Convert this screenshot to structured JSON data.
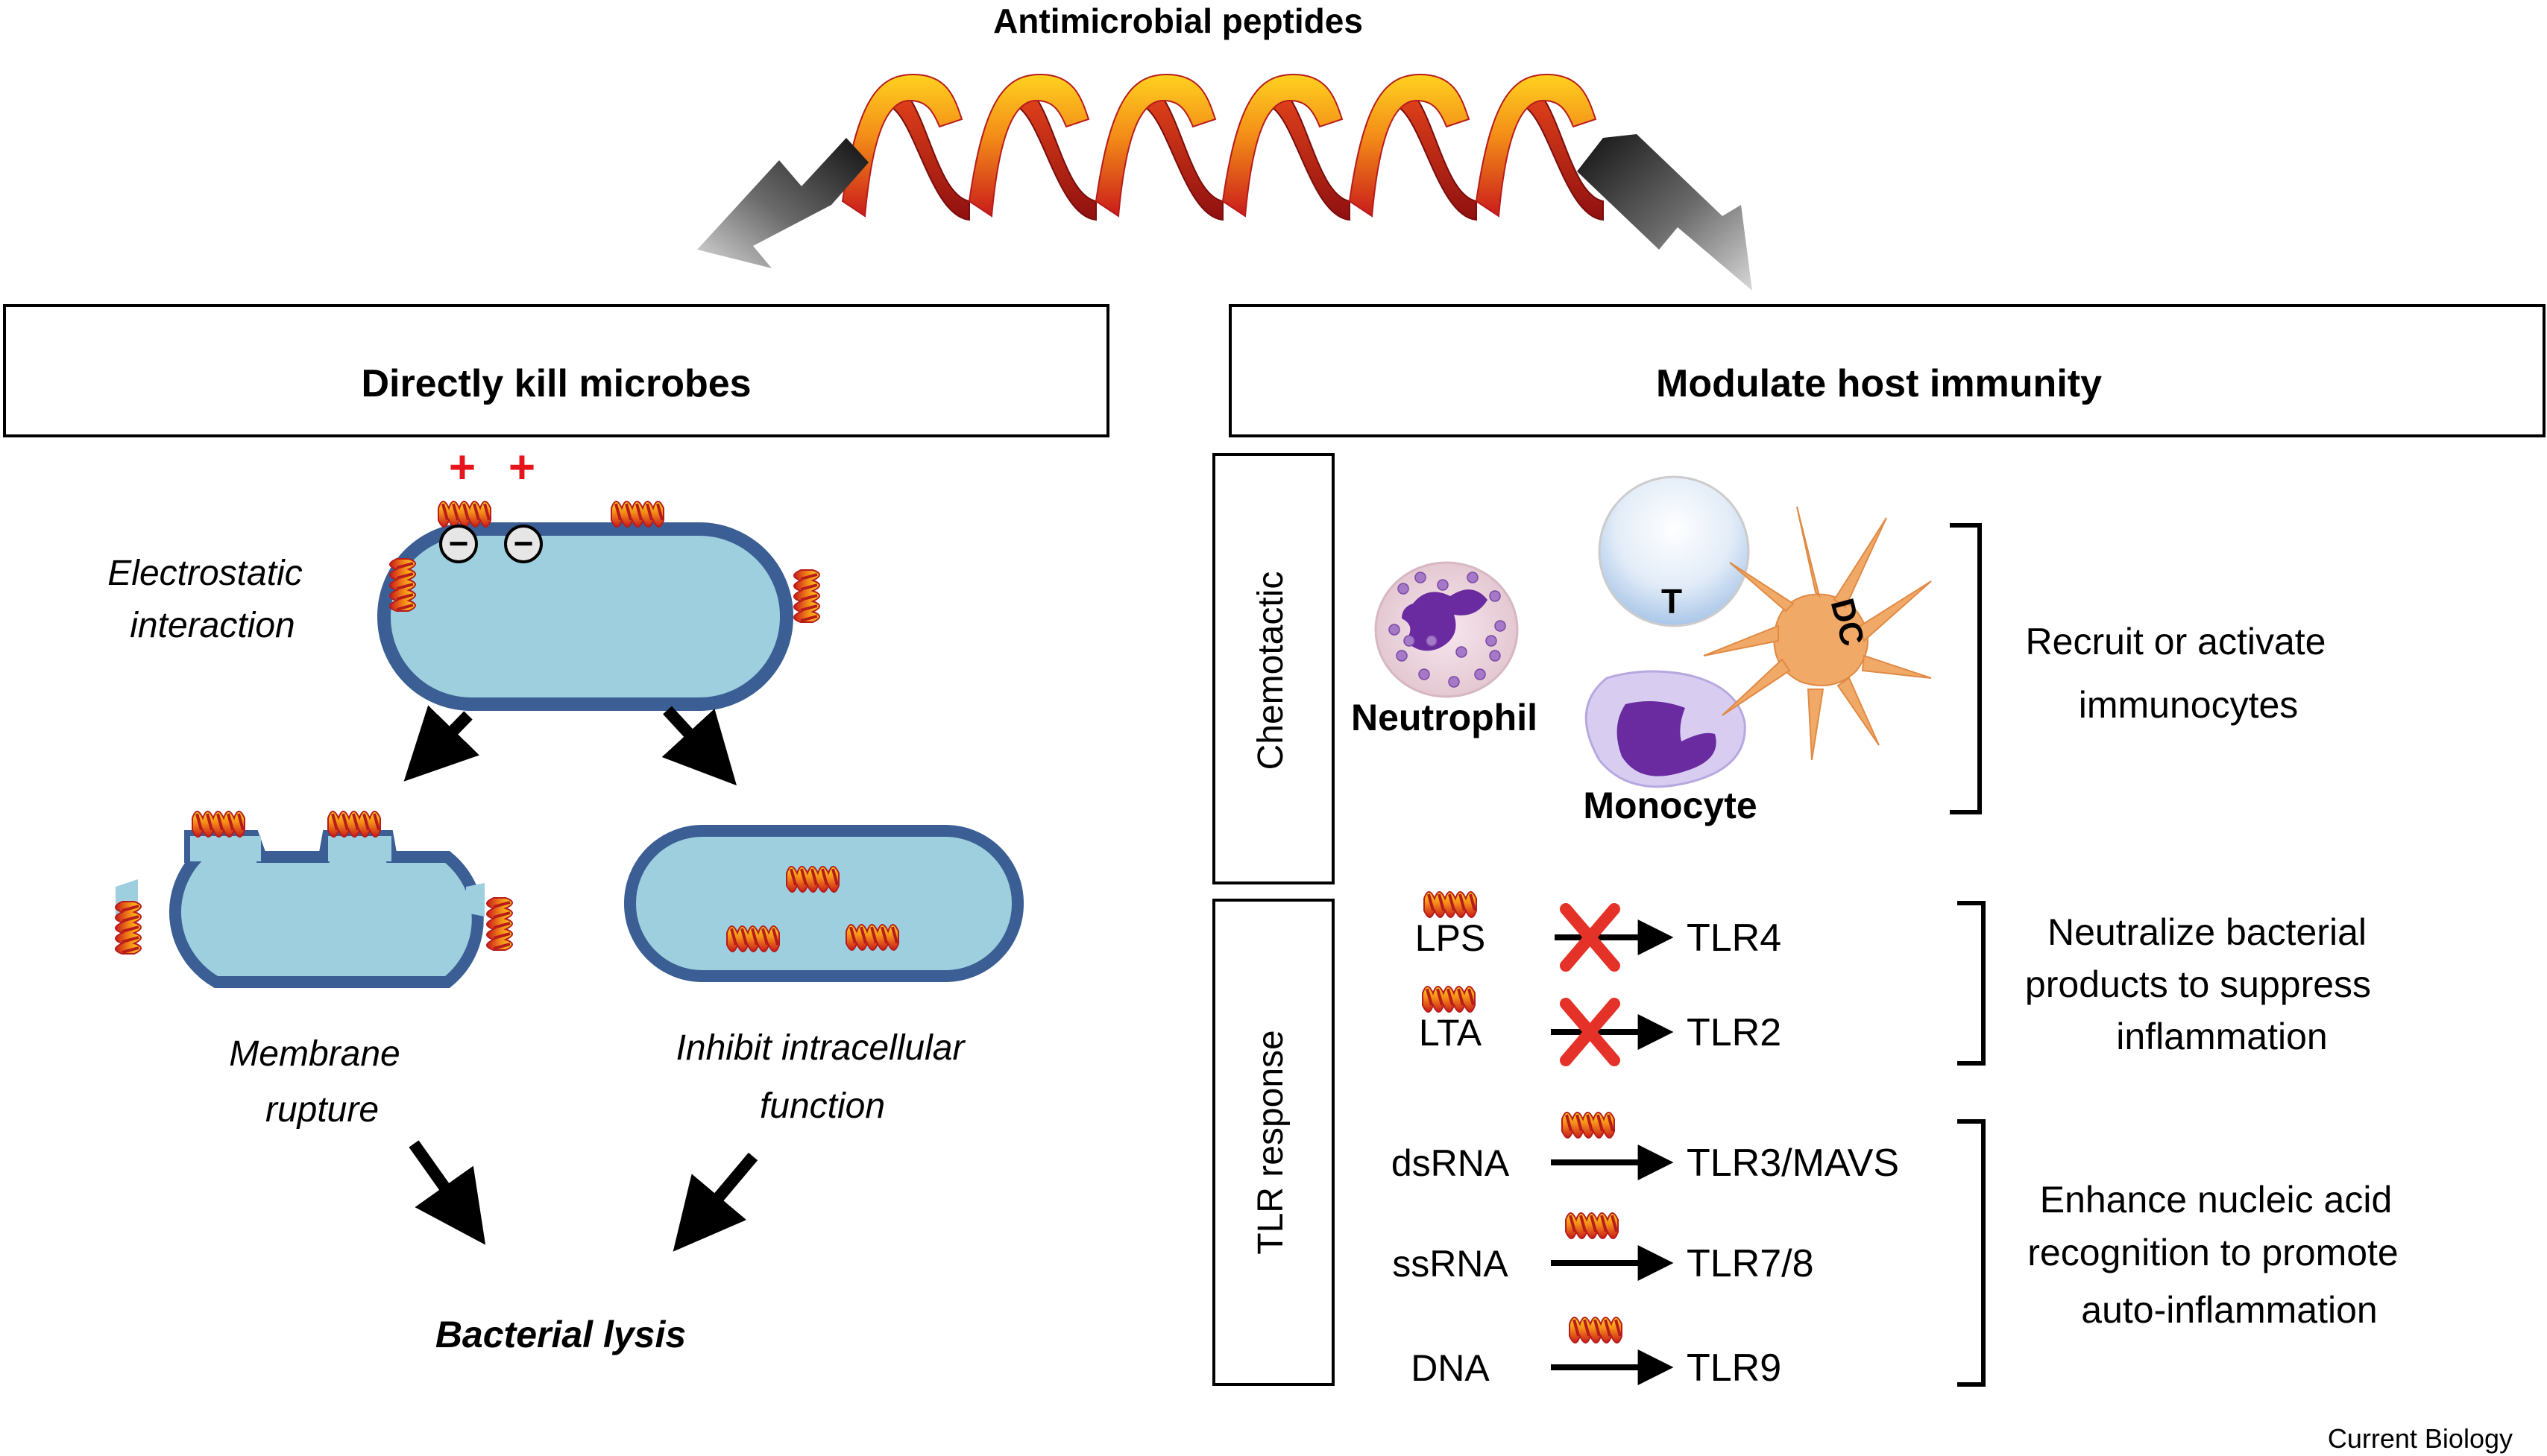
{
  "title": "Antimicrobial peptides",
  "left": {
    "header": "Directly kill microbes",
    "electrostatic_line1": "Electrostatic",
    "electrostatic_line2": "interaction",
    "plus_sign": "+",
    "minus_sign": "−",
    "membrane_line1": "Membrane",
    "membrane_line2": "rupture",
    "inhibit_line1": "Inhibit intracellular",
    "inhibit_line2": "function",
    "lysis": "Bacterial lysis"
  },
  "right": {
    "header": "Modulate host immunity",
    "chemotactic_label": "Chemotactic",
    "tlr_label": "TLR response",
    "cells": {
      "neutrophil": "Neutrophil",
      "t_cell": "T",
      "monocyte": "Monocyte",
      "dc": "DC"
    },
    "recruit_line1": "Recruit or activate",
    "recruit_line2": "immunocytes",
    "ligands": [
      {
        "ligand": "LPS",
        "receptor": "TLR4",
        "blocked": true
      },
      {
        "ligand": "LTA",
        "receptor": "TLR2",
        "blocked": true
      },
      {
        "ligand": "dsRNA",
        "receptor": "TLR3/MAVS",
        "blocked": false
      },
      {
        "ligand": "ssRNA",
        "receptor": "TLR7/8",
        "blocked": false
      },
      {
        "ligand": "DNA",
        "receptor": "TLR9",
        "blocked": false
      }
    ],
    "neutralize_line1": "Neutralize bacterial",
    "neutralize_line2": "products to suppress",
    "neutralize_line3": "inflammation",
    "enhance_line1": "Enhance nucleic acid",
    "enhance_line2": "recognition to promote",
    "enhance_line3": "auto-inflammation"
  },
  "credit": "Current Biology",
  "colors": {
    "bacterium_fill": "#9dcfdf",
    "bacterium_outline": "#3b5f94",
    "helix_red": "#d7261e",
    "helix_yellow": "#ffd21f",
    "block_x": "#e53228",
    "plus_red": "#e5151b"
  },
  "icons": [
    "helix-icon",
    "bacterium-icon",
    "neutrophil-icon",
    "t-cell-icon",
    "monocyte-icon",
    "dendritic-cell-icon",
    "block-x-icon"
  ]
}
